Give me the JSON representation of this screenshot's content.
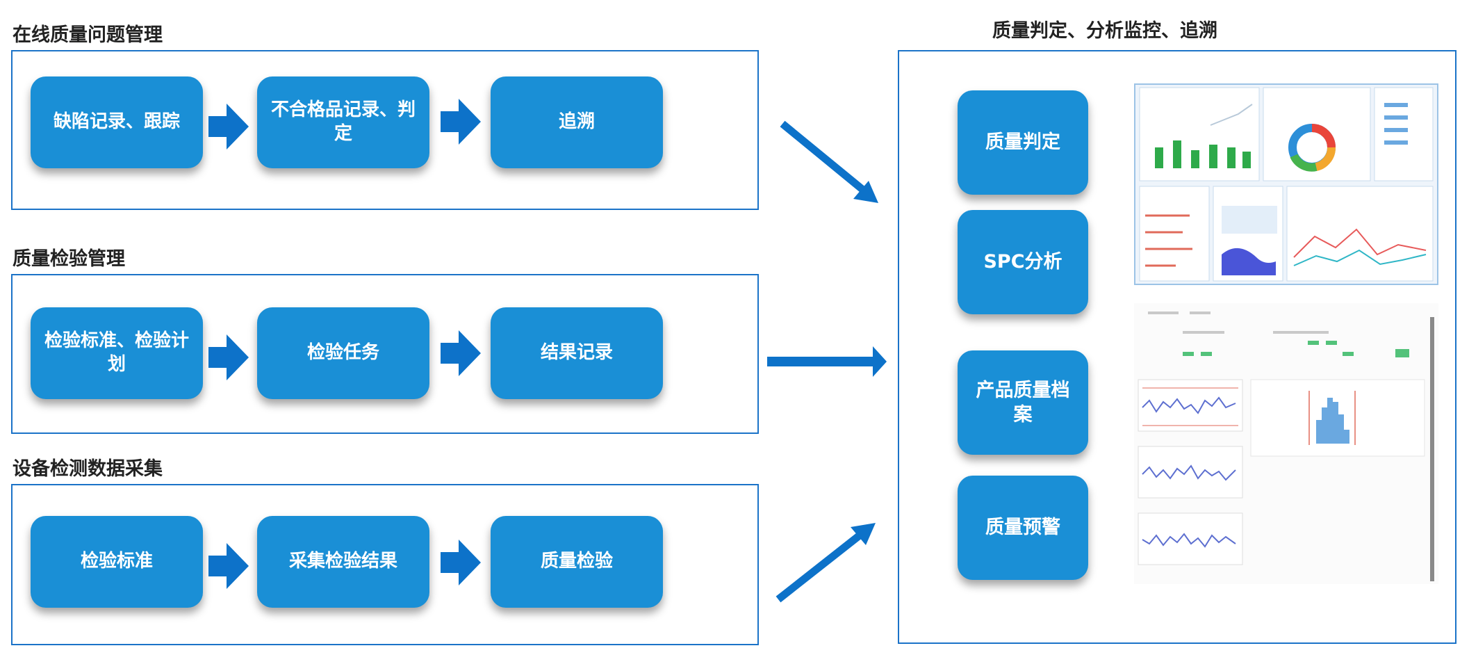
{
  "colors": {
    "accent": "#1a8fd6",
    "frame": "#1b73c8",
    "arrow": "#0d72c9"
  },
  "groups": [
    {
      "title": "在线质量问题管理",
      "steps": [
        "缺陷记录、跟踪",
        "不合格品记录、判定",
        "追溯"
      ]
    },
    {
      "title": "质量检验管理",
      "steps": [
        "检验标准、检验计划",
        "检验任务",
        "结果记录"
      ]
    },
    {
      "title": "设备检测数据采集",
      "steps": [
        "检验标准",
        "采集检验结果",
        "质量检验"
      ]
    }
  ],
  "right": {
    "title": "质量判定、分析监控、追溯",
    "steps": [
      "质量判定",
      "SPC分析",
      "产品质量档案",
      "质量预警"
    ]
  },
  "icons": [
    "chevron-right-icon",
    "diagonal-arrow-down-icon",
    "arrow-right-icon",
    "diagonal-arrow-up-icon"
  ]
}
